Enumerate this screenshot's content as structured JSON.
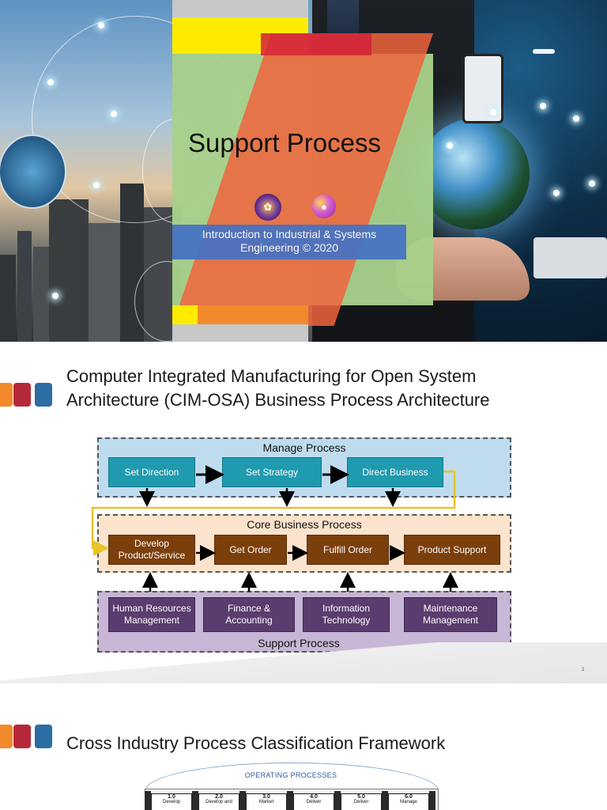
{
  "slide1": {
    "title": "Support Process",
    "subtitle": "Introduction to Industrial & Systems Engineering © 2020",
    "logos": [
      "university-seal-logo",
      "ie-logo"
    ]
  },
  "slide2": {
    "title_line1": "Computer Integrated Manufacturing  for Open System",
    "title_line2": "Architecture (CIM-OSA) Business Process Architecture",
    "accent_colors": [
      "#f28a2b",
      "#b5283a",
      "#2c6da3"
    ],
    "lanes": {
      "manage": {
        "label": "Manage Process",
        "boxes": [
          "Set Direction",
          "Set Strategy",
          "Direct Business"
        ]
      },
      "core": {
        "label": "Core Business Process",
        "boxes": [
          "Develop Product/Service",
          "Get Order",
          "Fulfill Order",
          "Product Support"
        ]
      },
      "support": {
        "label": "Support Process",
        "boxes": [
          "Human Resources Management",
          "Finance & Accounting",
          "Information Technology",
          "Maintenance Management"
        ]
      }
    },
    "page_number": "2"
  },
  "slide3": {
    "title": "Cross Industry Process Classification Framework",
    "operating_label": "OPERATING PROCESSES",
    "operating_items": [
      {
        "num": "1.0",
        "text": "Develop"
      },
      {
        "num": "2.0",
        "text": "Develop and"
      },
      {
        "num": "3.0",
        "text": "Market"
      },
      {
        "num": "4.0",
        "text": "Deliver"
      },
      {
        "num": "5.0",
        "text": "Deliver"
      },
      {
        "num": "6.0",
        "text": "Manage"
      }
    ]
  },
  "colors": {
    "teal": "#1f9aae",
    "brown": "#7b3f0c",
    "purple": "#5b3c6e",
    "manage_lane": "#bfdcef",
    "core_lane": "#fbe3cd",
    "support_lane": "#c7b6d5",
    "connector_yellow": "#e8c42a"
  }
}
